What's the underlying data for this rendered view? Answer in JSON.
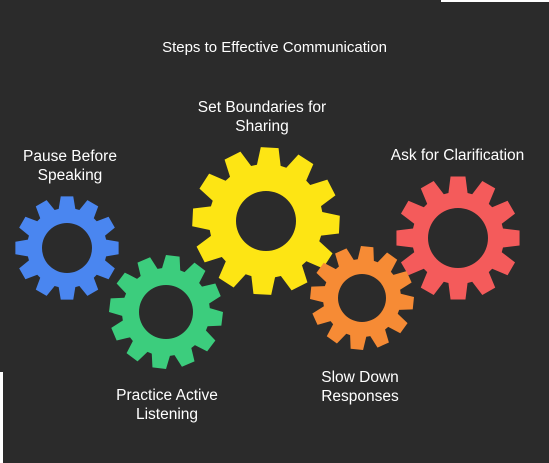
{
  "diagram": {
    "title": "Steps to Effective Communication",
    "steps": [
      {
        "label": "Pause Before\nSpeaking",
        "color": "#4a86f0"
      },
      {
        "label": "Practice Active\nListening",
        "color": "#3ccd7d"
      },
      {
        "label": "Set Boundaries for\nSharing",
        "color": "#fde514"
      },
      {
        "label": "Slow Down\nResponses",
        "color": "#f68b35"
      },
      {
        "label": "Ask for Clarification",
        "color": "#f45b5b"
      }
    ]
  }
}
